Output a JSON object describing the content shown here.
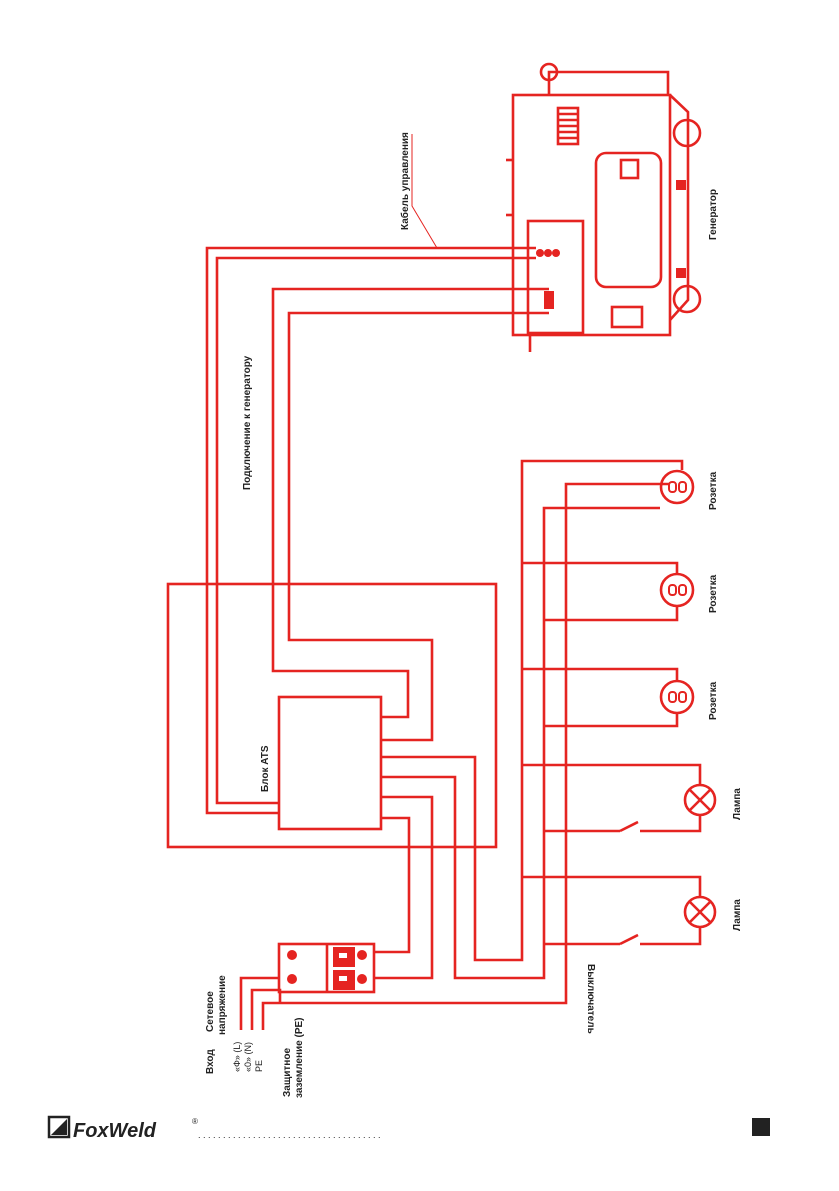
{
  "colors": {
    "wire": "#e52421",
    "text": "#222222",
    "background": "#ffffff"
  },
  "labels": {
    "control_cable": "Кабель управления",
    "generator": "Генератор",
    "generator_connection": "Подключение к генератору",
    "ats_block": "Блок ATS",
    "socket_1": "Розетка",
    "socket_2": "Розетка",
    "socket_3": "Розетка",
    "lamp_1": "Лампа",
    "lamp_2": "Лампа",
    "switch": "Выключатель",
    "mains_line1": "Сетевое",
    "mains_line2": "напряжение",
    "input": "Вход",
    "phase": "«Ф» (L)",
    "zero": "«0» (N)",
    "pe": "PE",
    "ground_line1": "Защитное",
    "ground_line2": "заземление (PE)"
  },
  "footer": {
    "brand": "FoxWeld",
    "registered": "®",
    "dots": ". . . . . . . . . . . . . . . . . . . . . . . . . . . . . . . . . . . . ."
  },
  "icons": {
    "logo": "foxweld-logo-icon",
    "page_marker": "black-square-icon"
  }
}
